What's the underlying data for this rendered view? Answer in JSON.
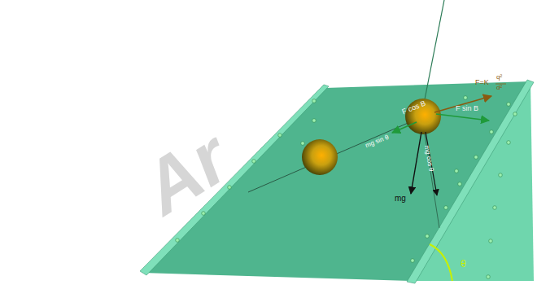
{
  "diagram": {
    "labels": [
      "Ar",
      "F=K",
      "q²",
      "d²",
      "F cos B",
      "F sin B",
      "mg sin θ",
      "mg",
      "mg cos θ",
      "θ"
    ]
  }
}
